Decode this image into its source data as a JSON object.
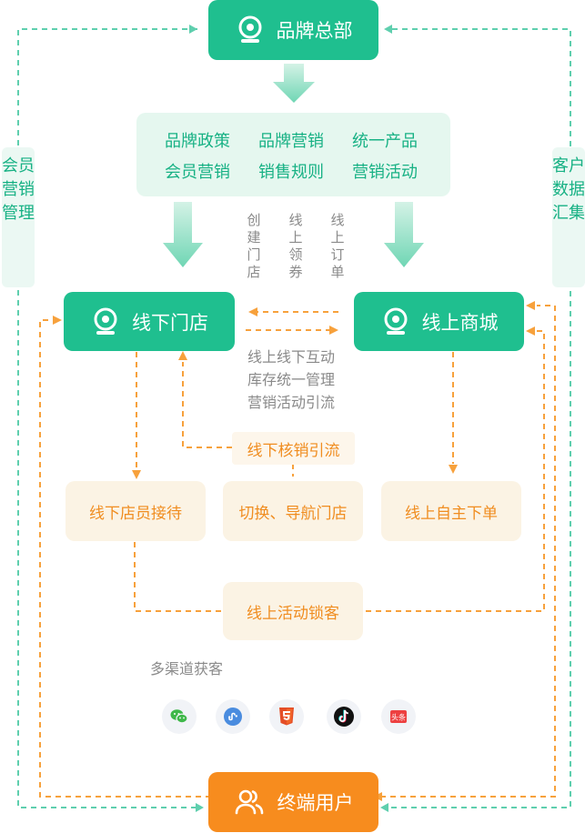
{
  "headquarters": {
    "label": "品牌总部"
  },
  "policy_items": [
    "品牌政策",
    "品牌营销",
    "统一产品",
    "会员营销",
    "销售规则",
    "营销活动"
  ],
  "side_left": "会员营销管理",
  "side_right": "客户数据汇集",
  "flow_texts": [
    "创建门店",
    "线上领券",
    "线上订单"
  ],
  "store": {
    "label": "线下门店"
  },
  "mall": {
    "label": "线上商城"
  },
  "interaction_lines": [
    "线上线下互动",
    "库存统一管理",
    "营销活动引流"
  ],
  "verify_tag": "线下核销引流",
  "boxes": {
    "reception": "线下店员接待",
    "navigate": "切换、导航门店",
    "self_order": "线上自主下单",
    "lock_customer": "线上活动锁客"
  },
  "multichannel": {
    "label": "多渠道获客",
    "channels": [
      "wechat-icon",
      "mini-program-icon",
      "html5-icon",
      "douyin-icon",
      "toutiao-icon"
    ],
    "toutiao_text": "头条"
  },
  "end_user": {
    "label": "终端用户"
  },
  "colors": {
    "green": "#1fbf8f",
    "orange": "#f78c1e",
    "dashed_green": "#5fcfae",
    "dashed_orange": "#f7a13c"
  }
}
